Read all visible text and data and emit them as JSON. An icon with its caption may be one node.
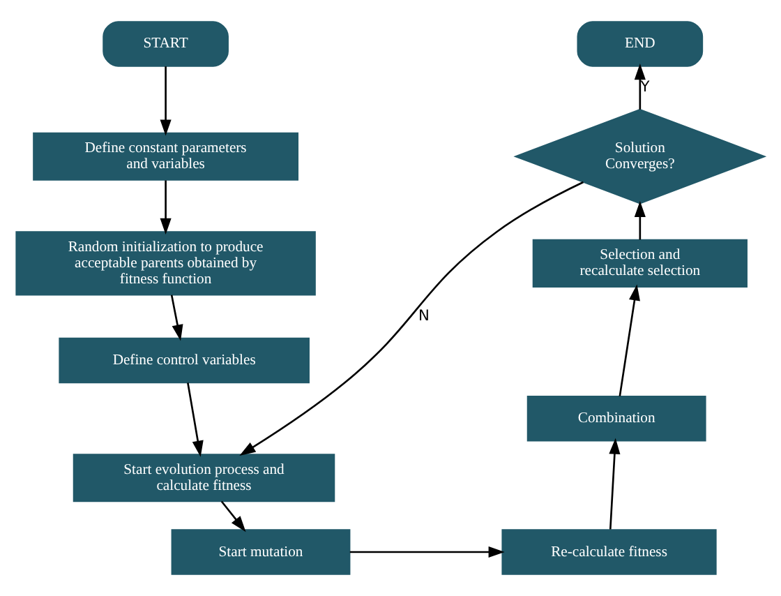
{
  "diagram": {
    "nodes": [
      {
        "text": [
          "START"
        ]
      },
      {
        "text": [
          "Define constant parameters and variables"
        ]
      },
      {
        "text": [
          "Random initialization to produce acceptable parents obtained by fitness function"
        ]
      },
      {
        "text": [
          "Define control variables"
        ]
      },
      {
        "text": [
          "Start evolution process and calculate fitness"
        ]
      },
      {
        "text": [
          "Start mutation"
        ]
      },
      {
        "text": [
          "END"
        ]
      },
      {
        "text": [
          "Solution Converges?"
        ]
      },
      {
        "text": [
          "Selection and recalculate selection"
        ]
      },
      {
        "text": [
          "Combination"
        ]
      },
      {
        "text": [
          "Re-calculate fitness"
        ]
      }
    ],
    "edges": [
      {
        "from": 0,
        "to": 1,
        "arrow": "to"
      },
      {
        "from": 1,
        "to": 2,
        "arrow": "to"
      },
      {
        "from": 2,
        "to": 3,
        "arrow": "to"
      },
      {
        "from": 3,
        "to": 4,
        "arrow": "to"
      },
      {
        "from": 4,
        "to": 5,
        "arrow": "to"
      },
      {
        "from": 5,
        "to": 10,
        "arrow": "to"
      },
      {
        "from": 10,
        "to": 9,
        "arrow": "to"
      },
      {
        "from": 9,
        "to": 8,
        "arrow": "to"
      },
      {
        "from": 8,
        "to": 7,
        "arrow": "to"
      },
      {
        "from": 7,
        "to": 6,
        "arrow": "to",
        "label": "Y"
      },
      {
        "from": 7,
        "to": 4,
        "arrow": "to",
        "label": "N"
      }
    ]
  }
}
